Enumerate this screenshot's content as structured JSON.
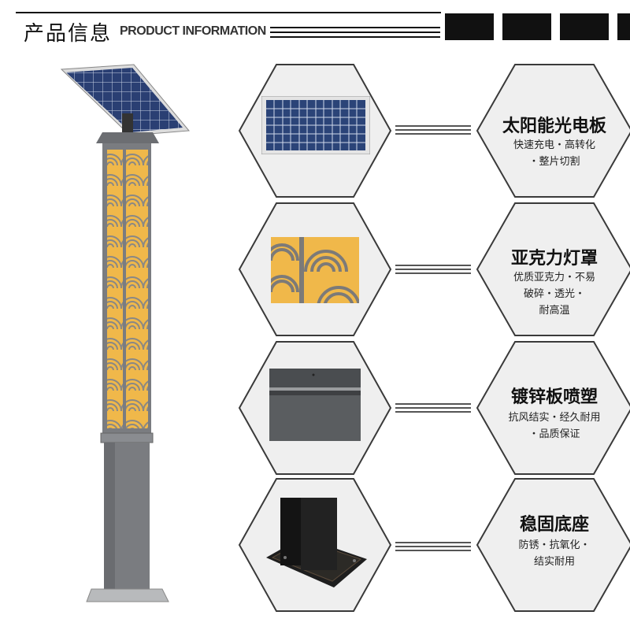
{
  "header": {
    "title_cn": "产品信息",
    "title_en": "PRODUCT INFORMATION"
  },
  "colors": {
    "hex_fill": "#efefef",
    "hex_stroke": "#3a3a3a",
    "pole_grey": "#7a7c80",
    "lamp_panel": "#f0b84a",
    "header_black": "#111111"
  },
  "features": [
    {
      "title": "太阳能光电板",
      "desc_lines": [
        "快速充电・高转化",
        "・整片切割"
      ],
      "photo_icon": "solar-panel-photo"
    },
    {
      "title": "亚克力灯罩",
      "desc_lines": [
        "优质亚克力・不易",
        "破碎・透光・",
        "耐高温"
      ],
      "photo_icon": "acrylic-shade-photo"
    },
    {
      "title": "镀锌板喷塑",
      "desc_lines": [
        "抗风结实・经久耐用",
        "・品质保证"
      ],
      "photo_icon": "galvanized-plate-photo"
    },
    {
      "title": "稳固底座",
      "desc_lines": [
        "防锈・抗氧化・",
        "结实耐用"
      ],
      "photo_icon": "base-plate-photo"
    }
  ]
}
